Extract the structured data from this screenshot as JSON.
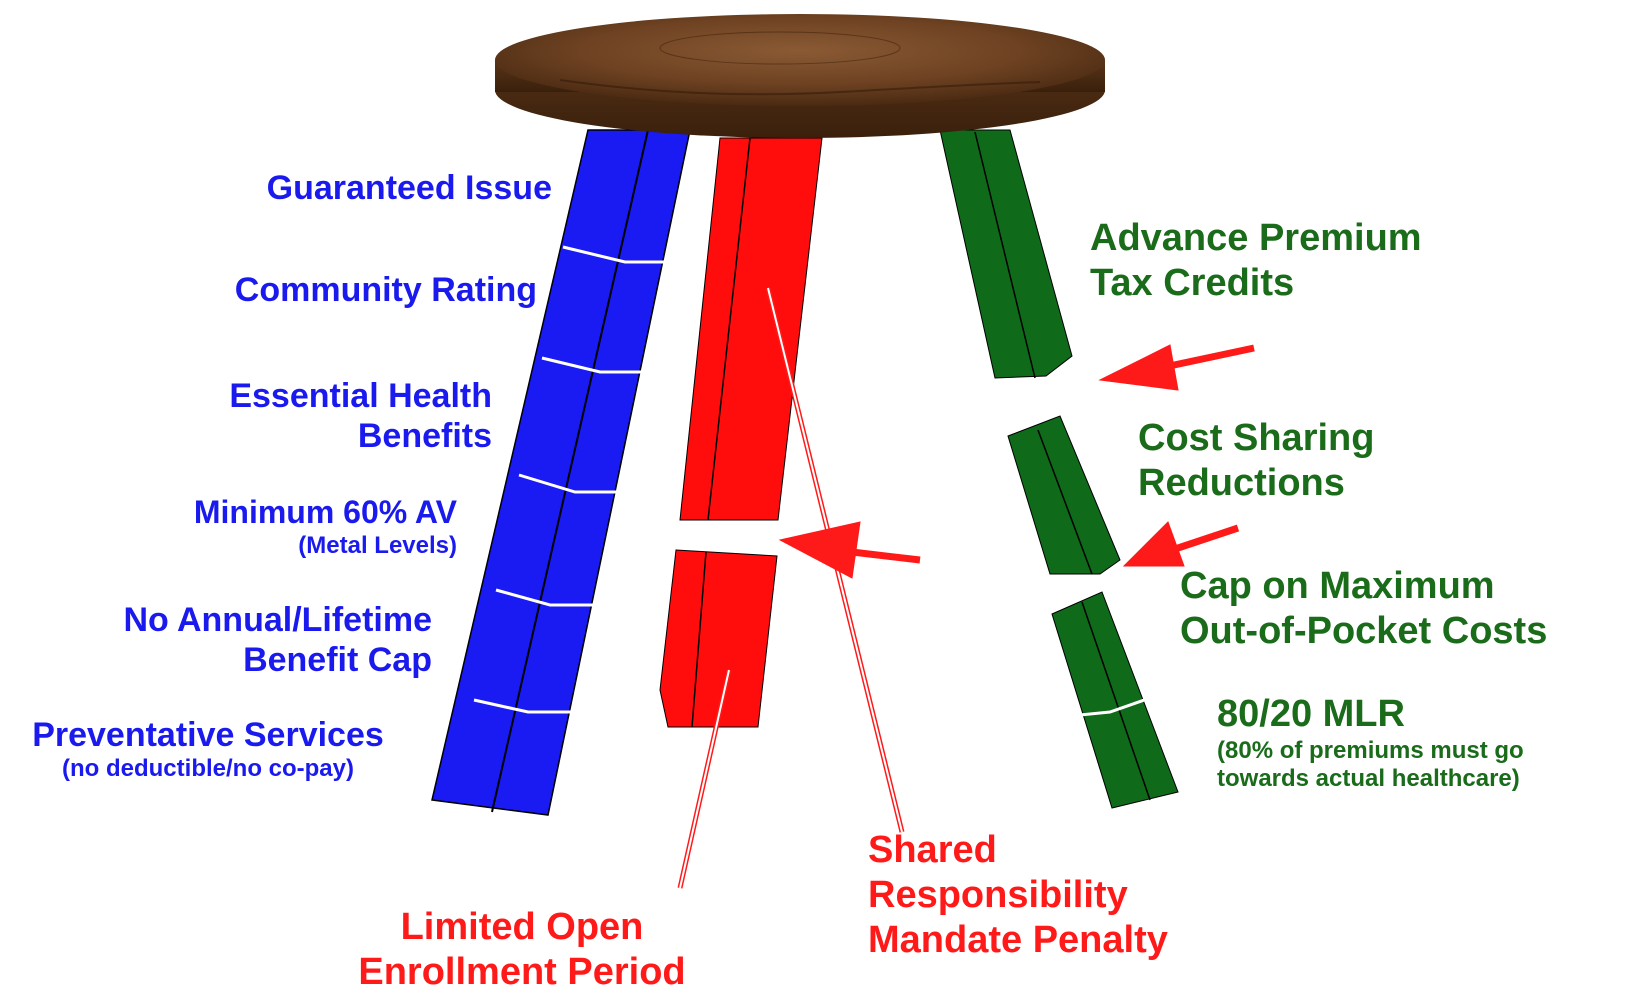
{
  "colors": {
    "blue": "#1a1aee",
    "red": "#ff1a1a",
    "green": "#1a6b1a",
    "seat": "#6b3a1e",
    "arrow": "#ff1a1a"
  },
  "blue_leg": {
    "items": [
      {
        "line1": "Guaranteed Issue"
      },
      {
        "line1": "Community Rating"
      },
      {
        "line1": "Essential Health",
        "line2": "Benefits"
      },
      {
        "line1": "Minimum 60% AV",
        "sub": "(Metal Levels)"
      },
      {
        "line1": "No Annual/Lifetime",
        "line2": "Benefit Cap"
      },
      {
        "line1": "Preventative Services",
        "sub": "(no deductible/no co-pay)"
      }
    ]
  },
  "red_leg": {
    "items": [
      {
        "line1": "Limited Open",
        "line2": "Enrollment Period"
      },
      {
        "line1": "Shared",
        "line2": "Responsibility",
        "line3": "Mandate Penalty"
      }
    ]
  },
  "green_leg": {
    "items": [
      {
        "line1": "Advance Premium",
        "line2": "Tax Credits"
      },
      {
        "line1": "Cost Sharing",
        "line2": "Reductions"
      },
      {
        "line1": "Cap on Maximum",
        "line2": "Out-of-Pocket Costs"
      },
      {
        "line1": "80/20 MLR",
        "sub1": "(80% of premiums must go",
        "sub2": "towards actual healthcare)"
      }
    ]
  },
  "icons": [
    "stool-seat",
    "break-arrow-icon",
    "pointer-line"
  ]
}
